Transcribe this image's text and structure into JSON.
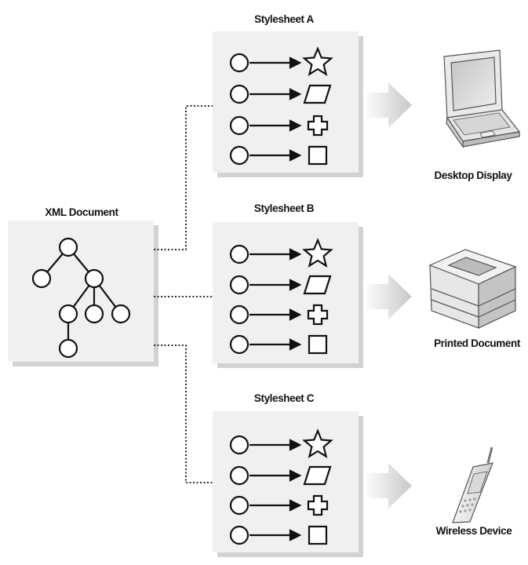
{
  "xml_document": {
    "label": "XML Document"
  },
  "stylesheets": [
    {
      "label": "Stylesheet A",
      "output": "Desktop Display"
    },
    {
      "label": "Stylesheet B",
      "output": "Printed Document"
    },
    {
      "label": "Stylesheet C",
      "output": "Wireless Device"
    }
  ],
  "rule_shapes": [
    "star",
    "parallelogram",
    "cross",
    "square"
  ],
  "colors": {
    "box_fill": "#f0f0f0",
    "box_shadow": "#d2d2d2",
    "arrow_fill": "#cfcfcf",
    "ink": "#111111"
  }
}
